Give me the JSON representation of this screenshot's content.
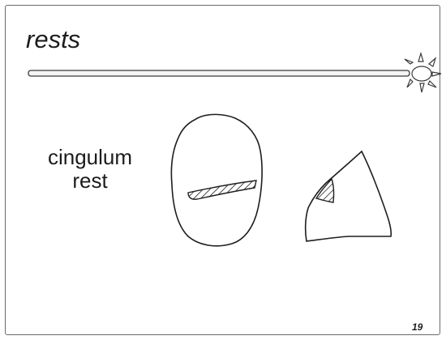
{
  "slide": {
    "title": "rests",
    "label_lines": [
      "cingulum",
      "rest"
    ],
    "page_number": "19"
  },
  "icons": {
    "header_bar_end": "sun-icon"
  }
}
